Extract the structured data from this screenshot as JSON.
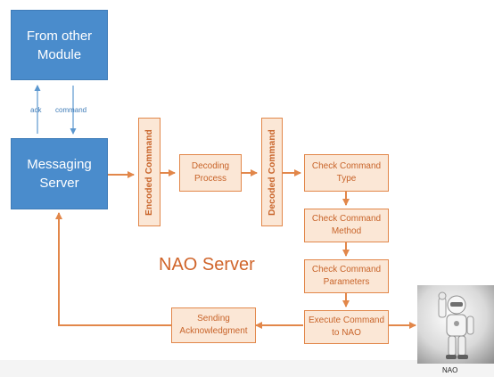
{
  "modules": {
    "from_other_module": "From other Module",
    "messaging_server": "Messaging Server"
  },
  "links": {
    "ack": "ack",
    "command": "command"
  },
  "pipeline": {
    "encoded_command": "Encoded Command",
    "decoding_process": "Decoding Process",
    "decoded_command": "Decoded Command",
    "check_type": "Check Command Type",
    "check_method": "Check Command Method",
    "check_parameters": "Check Command Parameters",
    "execute": "Execute Command to NAO",
    "sending_ack": "Sending Acknowledgment"
  },
  "server_label": "NAO Server",
  "robot_caption": "NAO",
  "colors": {
    "module_blue": "#4a8ccc",
    "flow_orange": "#e2874a",
    "box_fill": "#fbe7d6",
    "text_orange": "#c8642a"
  }
}
